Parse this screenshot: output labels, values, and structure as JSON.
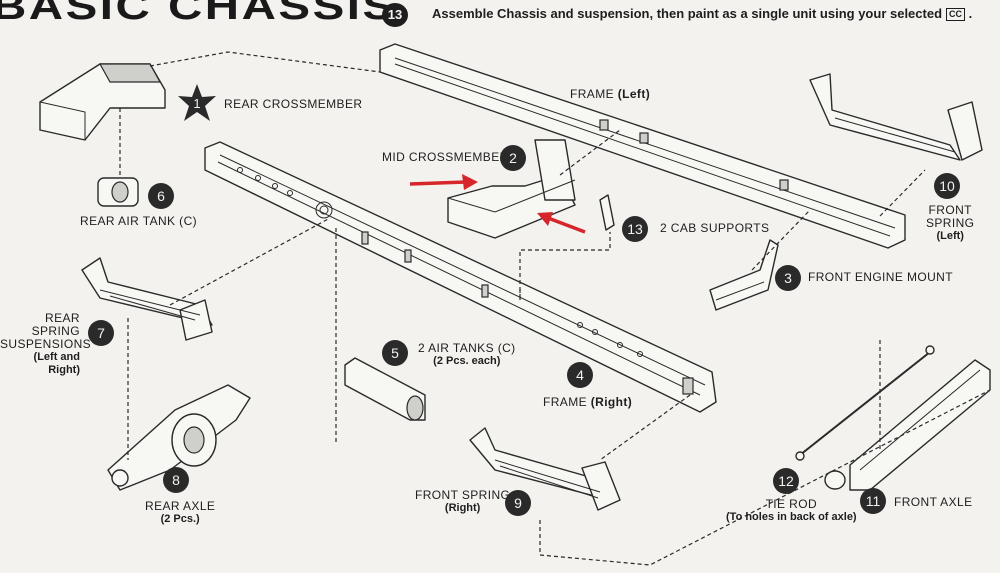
{
  "header": {
    "title": "BASIC CHASSIS",
    "step": "13",
    "instruction": "Assemble Chassis and suspension, then paint as a single unit using your selected",
    "color_code": "CC",
    "instruction_end": "."
  },
  "parts": [
    {
      "num": "1",
      "label": "REAR CROSSMEMBER"
    },
    {
      "num": "2",
      "label": "MID CROSSMEMBER"
    },
    {
      "num": "3",
      "label": "FRONT ENGINE MOUNT"
    },
    {
      "num": "4",
      "label": "FRAME",
      "sub": "(Right)"
    },
    {
      "num": "5",
      "label": "2 AIR TANKS (C)",
      "sub": "(2 Pcs. each)"
    },
    {
      "num": "6",
      "label": "REAR AIR TANK (C)"
    },
    {
      "num": "7",
      "label": "REAR SPRING\nSUSPENSIONS",
      "sub": "(Left and Right)"
    },
    {
      "num": "8",
      "label": "REAR AXLE",
      "sub": "(2 Pcs.)"
    },
    {
      "num": "9",
      "label": "FRONT SPRING",
      "sub": "(Right)"
    },
    {
      "num": "10",
      "label": "FRONT\nSPRING",
      "sub": "(Left)"
    },
    {
      "num": "11",
      "label": "FRONT AXLE"
    },
    {
      "num": "12",
      "label": "TIE ROD",
      "sub": "(To holes in back of axle)"
    },
    {
      "num": "13",
      "label": "2 CAB SUPPORTS"
    }
  ],
  "frame_left": {
    "label": "FRAME",
    "sub": "(Left)"
  },
  "colors": {
    "ink": "#1e1e1e",
    "paper": "#f3f2ee",
    "arrow": "#d6262b"
  }
}
